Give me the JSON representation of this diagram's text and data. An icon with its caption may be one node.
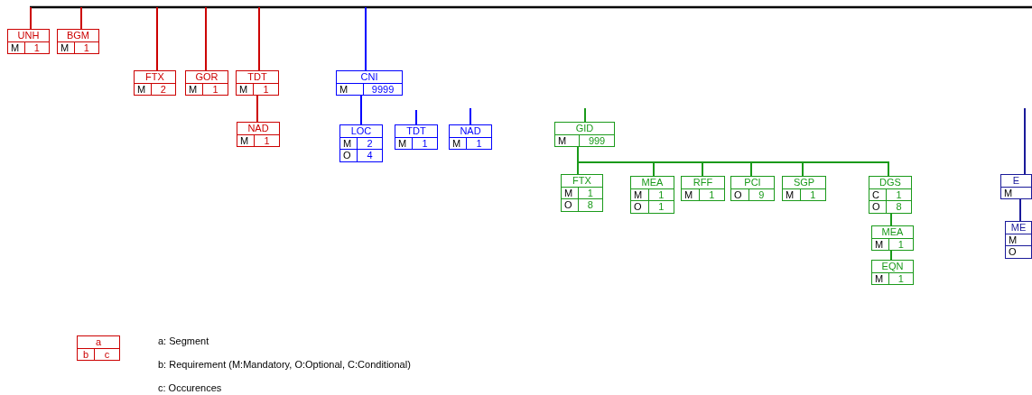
{
  "diagram": {
    "nodes": [
      {
        "text": [
          "UNH",
          "M",
          "1"
        ]
      },
      {
        "text": [
          "BGM",
          "M",
          "1"
        ]
      },
      {
        "text": [
          "FTX",
          "M",
          "2"
        ]
      },
      {
        "text": [
          "GOR",
          "M",
          "1"
        ]
      },
      {
        "text": [
          "TDT",
          "M",
          "1"
        ]
      },
      {
        "text": [
          "NAD",
          "M",
          "1"
        ]
      },
      {
        "text": [
          "CNI",
          "M",
          "9999"
        ]
      },
      {
        "text": [
          "LOC",
          "M",
          "2",
          "O",
          "4"
        ]
      },
      {
        "text": [
          "TDT",
          "M",
          "1"
        ]
      },
      {
        "text": [
          "NAD",
          "M",
          "1"
        ]
      },
      {
        "text": [
          "GID",
          "M",
          "999"
        ]
      },
      {
        "text": [
          "FTX",
          "M",
          "1",
          "O",
          "8"
        ]
      },
      {
        "text": [
          "MEA",
          "M",
          "1",
          "O",
          "1"
        ]
      },
      {
        "text": [
          "RFF",
          "M",
          "1"
        ]
      },
      {
        "text": [
          "PCI",
          "O",
          "9"
        ]
      },
      {
        "text": [
          "SGP",
          "M",
          "1"
        ]
      },
      {
        "text": [
          "DGS",
          "C",
          "1",
          "O",
          "8"
        ]
      },
      {
        "text": [
          "MEA",
          "M",
          "1"
        ]
      },
      {
        "text": [
          "EQN",
          "M",
          "1"
        ]
      },
      {
        "text": [
          "E",
          "M"
        ]
      },
      {
        "text": [
          "ME",
          "M",
          "O"
        ]
      },
      {
        "text": [
          "a",
          "b",
          "c"
        ]
      }
    ],
    "edges": [
      {
        "from": null,
        "to": 0,
        "arrow": "none",
        "color": "#cc0000"
      },
      {
        "from": null,
        "to": 1,
        "arrow": "none",
        "color": "#cc0000"
      },
      {
        "from": null,
        "to": 2,
        "arrow": "none",
        "color": "#cc0000"
      },
      {
        "from": null,
        "to": 3,
        "arrow": "none",
        "color": "#cc0000"
      },
      {
        "from": null,
        "to": 4,
        "arrow": "none",
        "color": "#cc0000"
      },
      {
        "from": 4,
        "to": 5,
        "arrow": "none",
        "color": "#cc0000"
      },
      {
        "from": null,
        "to": 6,
        "arrow": "none",
        "color": "#0000ff"
      },
      {
        "from": 6,
        "to": 7,
        "arrow": "none",
        "color": "#0000ff"
      },
      {
        "from": null,
        "to": 8,
        "arrow": "none",
        "color": "#0000ff"
      },
      {
        "from": null,
        "to": 9,
        "arrow": "none",
        "color": "#0000ff"
      },
      {
        "from": null,
        "to": 10,
        "arrow": "none"
      },
      {
        "from": 10,
        "to": 11,
        "arrow": "none"
      },
      {
        "from": 10,
        "to": 12,
        "arrow": "none"
      },
      {
        "from": 10,
        "to": 13,
        "arrow": "none"
      },
      {
        "from": 10,
        "to": 14,
        "arrow": "none"
      },
      {
        "from": 10,
        "to": 15,
        "arrow": "none"
      },
      {
        "from": 10,
        "to": 16,
        "arrow": "none"
      },
      {
        "from": 16,
        "to": 17,
        "arrow": "none"
      },
      {
        "from": 17,
        "to": 18,
        "arrow": "none"
      },
      {
        "from": null,
        "to": 19,
        "arrow": "none",
        "color": "#1a1a9a"
      },
      {
        "from": 19,
        "to": 20,
        "arrow": "none",
        "color": "#1a1a9a"
      }
    ],
    "labels": [
      "a: Segment",
      "b: Requirement (M:Mandatory, O:Optional, C:Conditional)",
      "c: Occurences"
    ]
  }
}
